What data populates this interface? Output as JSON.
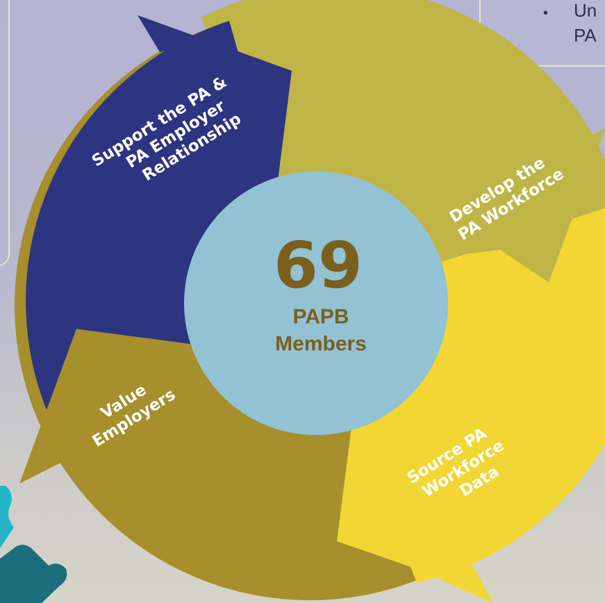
{
  "right_note": {
    "bullet": "•",
    "line1": "Un",
    "line2": "PA"
  },
  "center": {
    "number": "69",
    "label_line1": "PAPB",
    "label_line2": "Members"
  },
  "arrows": [
    {
      "id": "support",
      "lines": [
        "Support the PA &",
        "PA Employer",
        "Relationship"
      ],
      "color": "#2d3480"
    },
    {
      "id": "develop",
      "lines": [
        "Develop the",
        "PA Workforce"
      ],
      "color": "#bfb547"
    },
    {
      "id": "source",
      "lines": [
        "Source PA",
        "Workforce",
        "Data"
      ],
      "color": "#f2d634"
    },
    {
      "id": "value",
      "lines": [
        "Value",
        "Employers"
      ],
      "color": "#a68f2c"
    }
  ],
  "colors": {
    "center_fill": "#92c2d4",
    "center_text": "#7a5f1e",
    "puzzle_teal": "#1b6e7a",
    "puzzle_cyan": "#22b6c8"
  }
}
